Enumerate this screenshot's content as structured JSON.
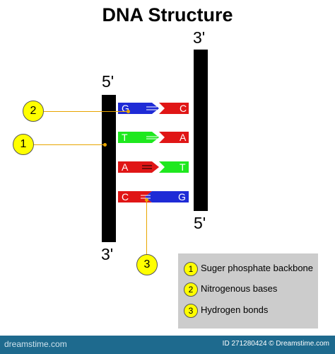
{
  "title": "DNA Structure",
  "left_strand": {
    "top_label": "5'",
    "bottom_label": "3'"
  },
  "right_strand": {
    "top_label": "3'",
    "bottom_label": "5'"
  },
  "base_pairs": [
    {
      "left": "G",
      "right": "C",
      "left_color": "#1f2bd6",
      "right_color": "#e01616"
    },
    {
      "left": "T",
      "right": "A",
      "left_color": "#1ee81e",
      "right_color": "#e01616"
    },
    {
      "left": "A",
      "right": "T",
      "left_color": "#e01616",
      "right_color": "#1ee81e"
    },
    {
      "left": "C",
      "right": "G",
      "left_color": "#e01616",
      "right_color": "#1f2bd6"
    }
  ],
  "callouts": {
    "c1": "1",
    "c2": "2",
    "c3": "3"
  },
  "legend": [
    {
      "num": "1",
      "text": "Suger phosphate backbone"
    },
    {
      "num": "2",
      "text": "Nitrogenous bases"
    },
    {
      "num": "3",
      "text": "Hydrogen bonds"
    }
  ],
  "footer": {
    "left": "dreamstime.com",
    "right": "ID 271280424 © Dreamstime.com"
  },
  "colors": {
    "highlight": "#ffff00",
    "leader": "#e8a500",
    "legend_bg": "#cccccc",
    "footer_bg": "#1e6a8e"
  }
}
